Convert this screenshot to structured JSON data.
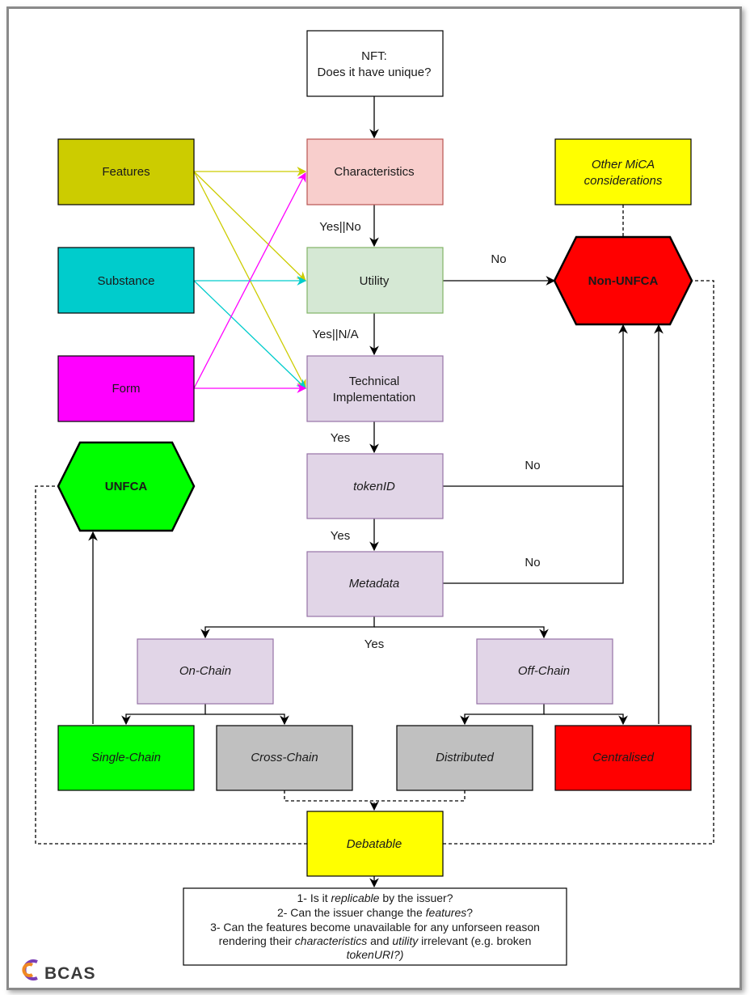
{
  "nodes": {
    "nft": [
      "NFT:",
      "Does it have unique?"
    ],
    "characteristics": "Characteristics",
    "utility": "Utility",
    "technical": [
      "Technical",
      "Implementation"
    ],
    "tokenid": "tokenID",
    "metadata": "Metadata",
    "features": "Features",
    "substance": "Substance",
    "form": "Form",
    "other_mica": [
      "Other MiCA",
      "considerations"
    ],
    "non_unfca": "Non-UNFCA",
    "unfca": "UNFCA",
    "on_chain": "On-Chain",
    "off_chain": "Off-Chain",
    "single_chain": "Single-Chain",
    "cross_chain": "Cross-Chain",
    "distributed": "Distributed",
    "centralised": "Centralised",
    "debatable": "Debatable"
  },
  "edge_labels": {
    "yes_no": "Yes||No",
    "yes_na": "Yes||N/A",
    "yes1": "Yes",
    "yes2": "Yes",
    "yes3": "Yes",
    "no_utility": "No",
    "no_tokenid": "No",
    "no_metadata": "No"
  },
  "questions": {
    "q1": {
      "pre": "1- Is it ",
      "em": "replicable",
      "post": " by the issuer?"
    },
    "q2": {
      "pre": "2- Can the issuer change the ",
      "em": "features",
      "post": "?"
    },
    "q3a": "3- Can the features become unavailable for any unforseen reason",
    "q3b": {
      "pre": "rendering their ",
      "em1": "characteristics",
      "mid": " and ",
      "em2": "utility",
      "post": " irrelevant (e.g. broken"
    },
    "q3c": "tokenURI?)"
  },
  "logo": {
    "text": "BCAS"
  },
  "colors": {
    "features": "#cccc00",
    "substance": "#00cccc",
    "form": "#ff00ff",
    "characteristics": "#f8cecc",
    "utility": "#d5e8d4",
    "purple": "#e1d5e7",
    "non_unfca": "#ff0000",
    "unfca": "#00ff00",
    "grey": "#c0c0c0",
    "yellow": "#ffff00"
  }
}
